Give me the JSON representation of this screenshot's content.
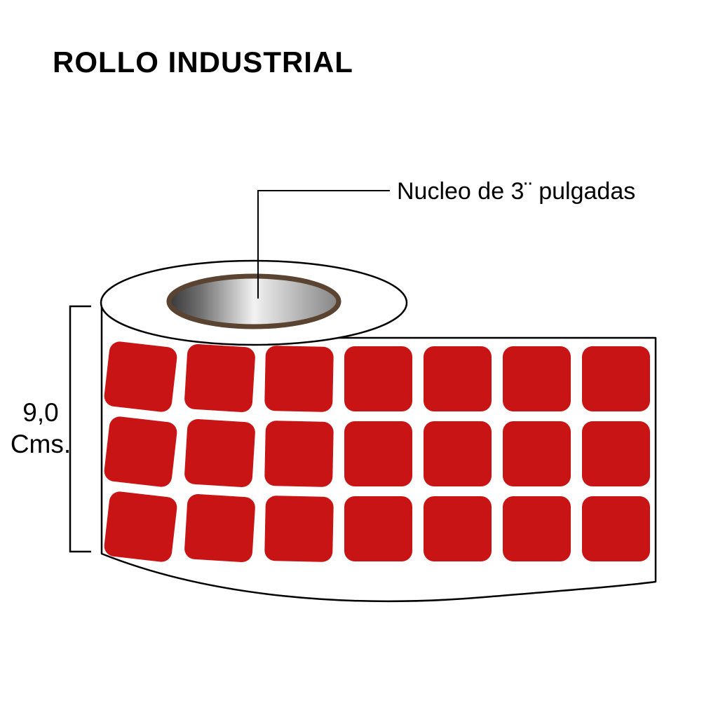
{
  "title": "ROLLO INDUSTRIAL",
  "annotations": {
    "core_label": "Nucleo de 3¨ pulgadas",
    "height_value": "9,0",
    "height_unit": "Cms."
  },
  "grid": {
    "rows": 3,
    "cols": 7,
    "sticker_shape": "rounded-square"
  },
  "colors": {
    "label_red": "#c91416",
    "core_ring": "#5a4331",
    "outline": "#000000",
    "roll_white": "#ffffff"
  }
}
